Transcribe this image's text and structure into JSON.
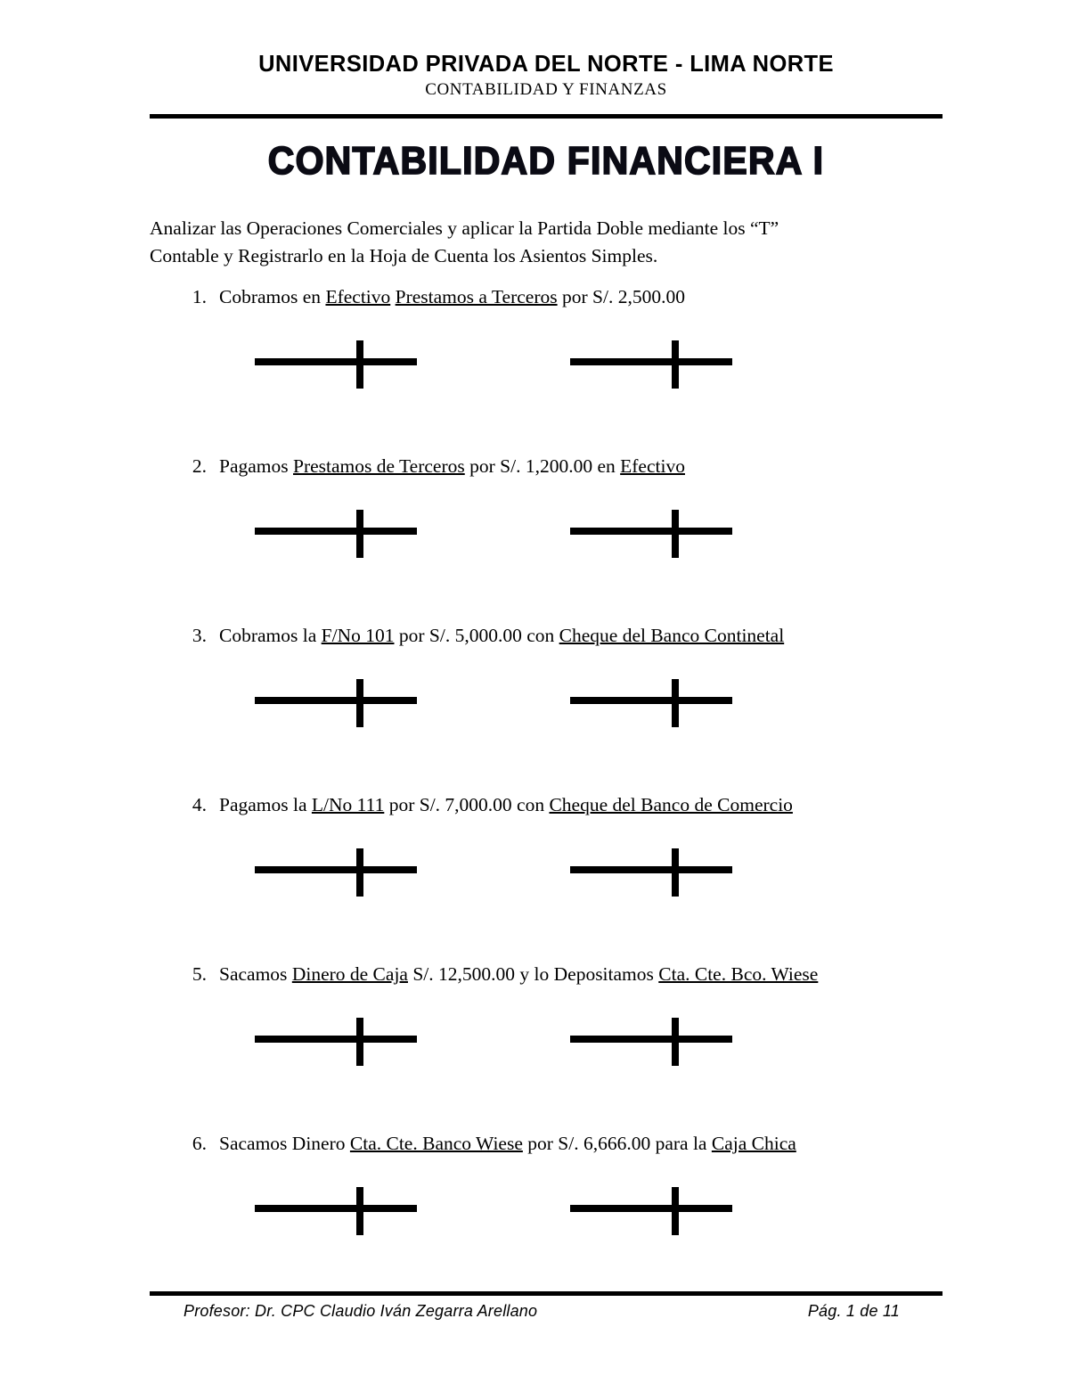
{
  "header": {
    "org_name": "UNIVERSIDAD PRIVADA DEL NORTE - LIMA NORTE",
    "dept_name": "CONTABILIDAD Y FINANZAS"
  },
  "title": "CONTABILIDAD FINANCIERA I",
  "intro": "Analizar las Operaciones Comerciales y aplicar la Partida Doble mediante los “T” Contable y Registrarlo en la Hoja de Cuenta los Asientos Simples.",
  "items": [
    {
      "number": "1.",
      "parts": [
        {
          "text": "Cobramos en ",
          "underline": false
        },
        {
          "text": "Efectivo",
          "underline": true
        },
        {
          "text": " ",
          "underline": false
        },
        {
          "text": "Prestamos a Terceros",
          "underline": true
        },
        {
          "text": " por S/.  2,500.00",
          "underline": false
        }
      ],
      "t_accounts": [
        "debit-t-account",
        "credit-t-account"
      ]
    },
    {
      "number": "2.",
      "parts": [
        {
          "text": "Pagamos ",
          "underline": false
        },
        {
          "text": "Prestamos de Terceros",
          "underline": true
        },
        {
          "text": " por S/. 1,200.00 en ",
          "underline": false
        },
        {
          "text": "Efectivo",
          "underline": true
        }
      ],
      "t_accounts": [
        "debit-t-account",
        "credit-t-account"
      ]
    },
    {
      "number": "3.",
      "parts": [
        {
          "text": "Cobramos la ",
          "underline": false
        },
        {
          "text": "F/No 101",
          "underline": true
        },
        {
          "text": " por S/.  5,000.00 con ",
          "underline": false
        },
        {
          "text": "Cheque del Banco Continetal",
          "underline": true
        }
      ],
      "t_accounts": [
        "debit-t-account",
        "credit-t-account"
      ]
    },
    {
      "number": "4.",
      "parts": [
        {
          "text": "Pagamos la ",
          "underline": false
        },
        {
          "text": "L/No 111",
          "underline": true
        },
        {
          "text": " por S/.  7,000.00 con ",
          "underline": false
        },
        {
          "text": "Cheque del Banco de Comercio",
          "underline": true
        }
      ],
      "t_accounts": [
        "debit-t-account",
        "credit-t-account"
      ]
    },
    {
      "number": "5.",
      "parts": [
        {
          "text": "Sacamos ",
          "underline": false
        },
        {
          "text": "Dinero de Caja",
          "underline": true
        },
        {
          "text": " S/.  12,500.00 y lo Depositamos ",
          "underline": false
        },
        {
          "text": "Cta. Cte. Bco. Wiese",
          "underline": true
        }
      ],
      "t_accounts": [
        "debit-t-account",
        "credit-t-account"
      ]
    },
    {
      "number": "6.",
      "parts": [
        {
          "text": "Sacamos Dinero  ",
          "underline": false
        },
        {
          "text": "Cta. Cte. Banco Wiese",
          "underline": true
        },
        {
          "text": " por S/.  6,666.00 para la ",
          "underline": false
        },
        {
          "text": "Caja Chica",
          "underline": true
        }
      ],
      "t_accounts": [
        "debit-t-account",
        "credit-t-account"
      ]
    }
  ],
  "footer": {
    "professor": "Profesor: Dr. CPC Claudio Iván Zegarra Arellano",
    "page": "Pág. 1 de 11"
  },
  "colors": {
    "text": "#000000",
    "title": "#0b0b14",
    "rule": "#000000",
    "page_background": "#ffffff"
  }
}
